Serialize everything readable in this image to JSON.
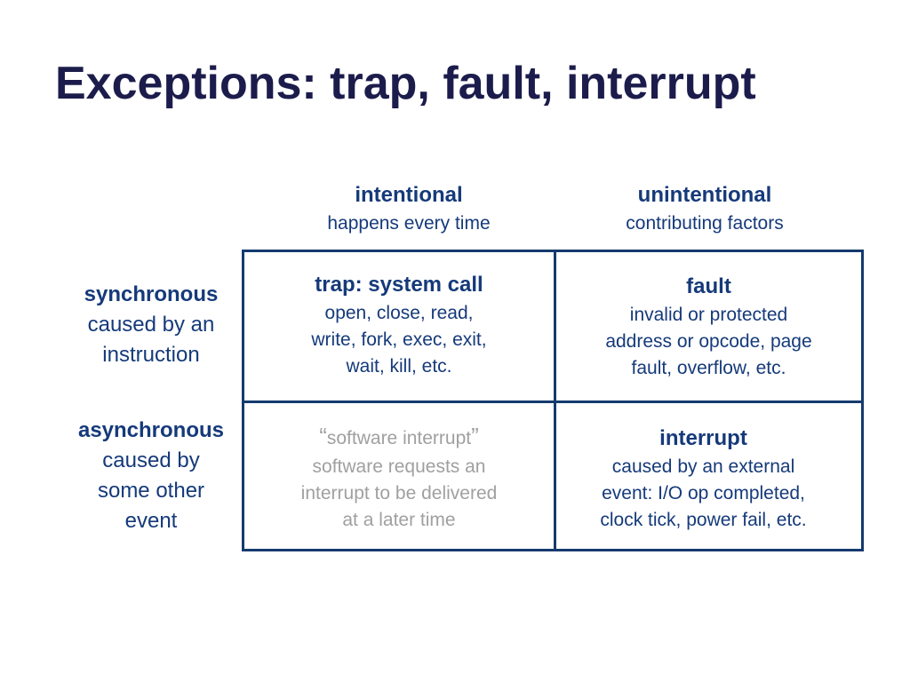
{
  "title": "Exceptions: trap, fault, interrupt",
  "columns": [
    {
      "heading": "intentional",
      "subheading": "happens every time"
    },
    {
      "heading": "unintentional",
      "subheading": "contributing factors"
    }
  ],
  "rows": [
    {
      "heading": "synchronous",
      "lines": [
        "caused by an",
        "instruction"
      ]
    },
    {
      "heading": "asynchronous",
      "lines": [
        "caused by",
        "some other",
        "event"
      ]
    }
  ],
  "cells": {
    "trap": {
      "heading": "trap: system call",
      "lines": [
        "open, close, read,",
        "write, fork, exec, exit,",
        "wait, kill, etc."
      ]
    },
    "fault": {
      "heading": "fault",
      "lines": [
        "invalid or protected",
        "address or opcode, page",
        "fault, overflow, etc."
      ]
    },
    "software_interrupt": {
      "open_quote": "“",
      "heading": "software interrupt",
      "close_quote": "”",
      "lines": [
        "software requests an",
        "interrupt to be delivered",
        "at a later time"
      ]
    },
    "interrupt": {
      "heading": "interrupt",
      "lines": [
        "caused by an external",
        "event: I/O op completed,",
        "clock tick, power fail, etc."
      ]
    }
  },
  "colors": {
    "title": "#1c1c4c",
    "text": "#153a7a",
    "border": "#153a6e",
    "muted": "#a0a0a0"
  }
}
